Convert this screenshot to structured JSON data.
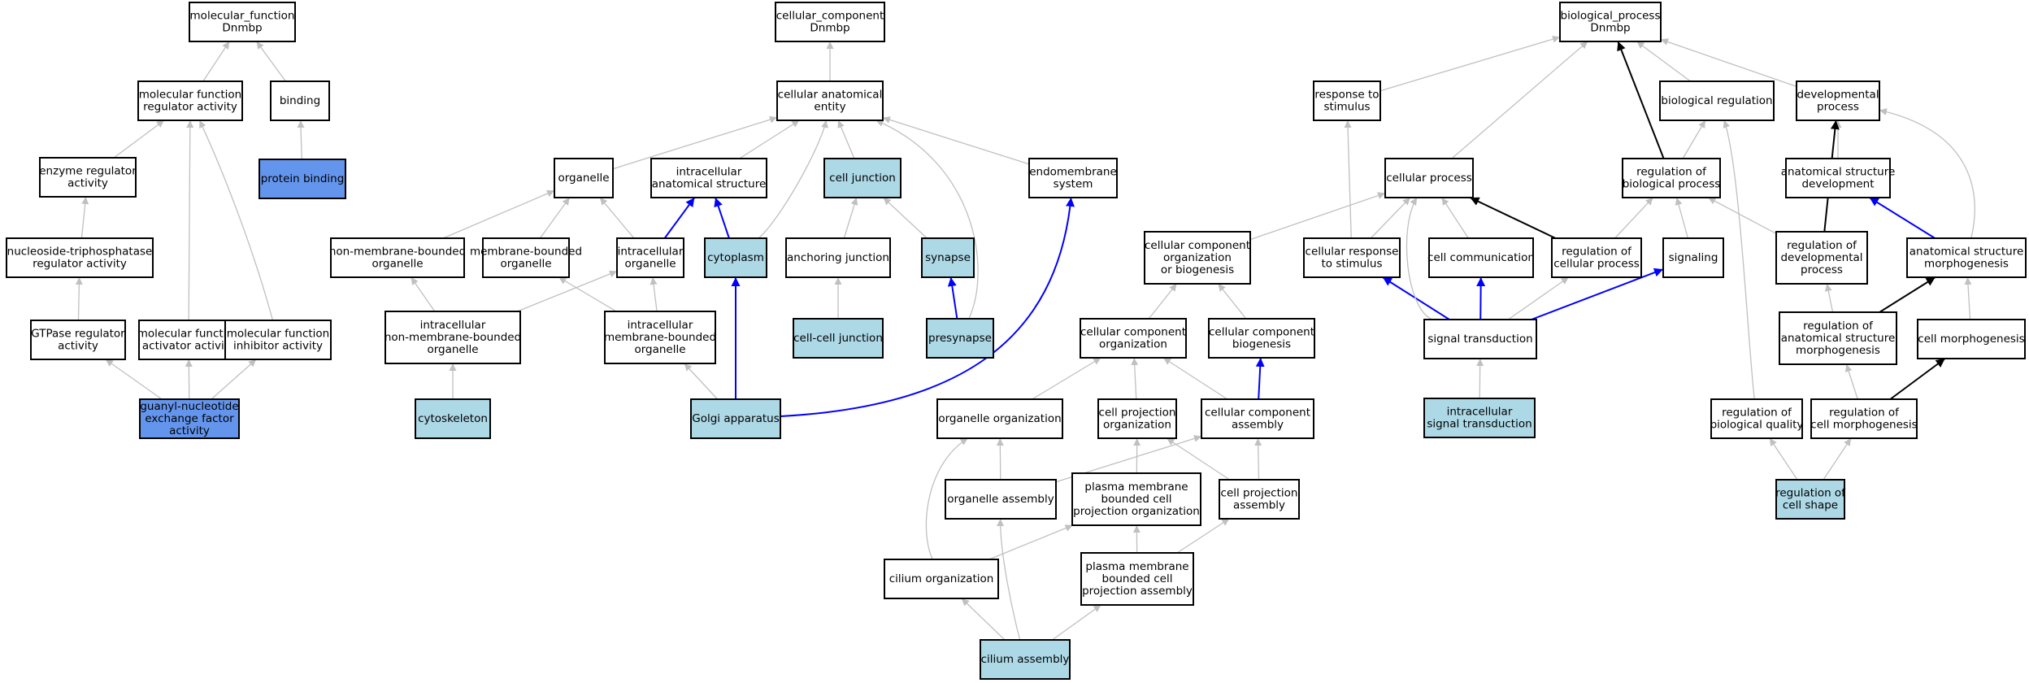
{
  "colors": {
    "plain": "#ffffff",
    "light": "#add8e6",
    "dark": "#6495ed",
    "edge_gray": "#c0c0c0",
    "edge_black": "#000000",
    "edge_blue": "#0000ff"
  },
  "nodes": [
    {
      "id": "mf",
      "lines": [
        "molecular_function",
        "Dnmbp"
      ],
      "fill": "plain"
    },
    {
      "id": "mfra",
      "lines": [
        "molecular function",
        "regulator activity"
      ],
      "fill": "plain"
    },
    {
      "id": "binding",
      "lines": [
        "binding"
      ],
      "fill": "plain"
    },
    {
      "id": "era",
      "lines": [
        "enzyme regulator",
        "activity"
      ],
      "fill": "plain"
    },
    {
      "id": "pbind",
      "lines": [
        "protein binding"
      ],
      "fill": "dark"
    },
    {
      "id": "ntra",
      "lines": [
        "nucleoside-triphosphatase",
        "regulator activity"
      ],
      "fill": "plain"
    },
    {
      "id": "gtpra",
      "lines": [
        "GTPase regulator",
        "activity"
      ],
      "fill": "plain"
    },
    {
      "id": "mfaa",
      "lines": [
        "molecular function",
        "activator activity"
      ],
      "fill": "plain"
    },
    {
      "id": "mfia",
      "lines": [
        "molecular function",
        "inhibitor activity"
      ],
      "fill": "plain"
    },
    {
      "id": "gnef",
      "lines": [
        "guanyl-nucleotide",
        "exchange factor",
        "activity"
      ],
      "fill": "dark"
    },
    {
      "id": "cc",
      "lines": [
        "cellular_component",
        "Dnmbp"
      ],
      "fill": "plain"
    },
    {
      "id": "cae",
      "lines": [
        "cellular anatomical",
        "entity"
      ],
      "fill": "plain"
    },
    {
      "id": "organelle",
      "lines": [
        "organelle"
      ],
      "fill": "plain"
    },
    {
      "id": "ias",
      "lines": [
        "intracellular",
        "anatomical structure"
      ],
      "fill": "plain"
    },
    {
      "id": "celljunction",
      "lines": [
        "cell junction"
      ],
      "fill": "light"
    },
    {
      "id": "endomem",
      "lines": [
        "endomembrane",
        "system"
      ],
      "fill": "plain"
    },
    {
      "id": "nmbo",
      "lines": [
        "non-membrane-bounded",
        "organelle"
      ],
      "fill": "plain"
    },
    {
      "id": "mbo",
      "lines": [
        "membrane-bounded",
        "organelle"
      ],
      "fill": "plain"
    },
    {
      "id": "io",
      "lines": [
        "intracellular",
        "organelle"
      ],
      "fill": "plain"
    },
    {
      "id": "cytoplasm",
      "lines": [
        "cytoplasm"
      ],
      "fill": "light"
    },
    {
      "id": "anchj",
      "lines": [
        "anchoring junction"
      ],
      "fill": "plain"
    },
    {
      "id": "synapse",
      "lines": [
        "synapse"
      ],
      "fill": "light"
    },
    {
      "id": "inmbo",
      "lines": [
        "intracellular",
        "non-membrane-bounded",
        "organelle"
      ],
      "fill": "plain"
    },
    {
      "id": "imbo",
      "lines": [
        "intracellular",
        "membrane-bounded",
        "organelle"
      ],
      "fill": "plain"
    },
    {
      "id": "ccj",
      "lines": [
        "cell-cell junction"
      ],
      "fill": "light"
    },
    {
      "id": "presyn",
      "lines": [
        "presynapse"
      ],
      "fill": "light"
    },
    {
      "id": "cytoskel",
      "lines": [
        "cytoskeleton"
      ],
      "fill": "light"
    },
    {
      "id": "golgi",
      "lines": [
        "Golgi apparatus"
      ],
      "fill": "light"
    },
    {
      "id": "bp",
      "lines": [
        "biological_process",
        "Dnmbp"
      ],
      "fill": "plain"
    },
    {
      "id": "rts",
      "lines": [
        "response to",
        "stimulus"
      ],
      "fill": "plain"
    },
    {
      "id": "bioreg",
      "lines": [
        "biological regulation"
      ],
      "fill": "plain"
    },
    {
      "id": "devproc",
      "lines": [
        "developmental",
        "process"
      ],
      "fill": "plain"
    },
    {
      "id": "cellproc",
      "lines": [
        "cellular process"
      ],
      "fill": "plain"
    },
    {
      "id": "rbp",
      "lines": [
        "regulation of",
        "biological process"
      ],
      "fill": "plain"
    },
    {
      "id": "asd",
      "lines": [
        "anatomical structure",
        "development"
      ],
      "fill": "plain"
    },
    {
      "id": "ccob",
      "lines": [
        "cellular component",
        "organization",
        "or biogenesis"
      ],
      "fill": "plain"
    },
    {
      "id": "crts",
      "lines": [
        "cellular response",
        "to stimulus"
      ],
      "fill": "plain"
    },
    {
      "id": "cellcomm",
      "lines": [
        "cell communication"
      ],
      "fill": "plain"
    },
    {
      "id": "rcp",
      "lines": [
        "regulation of",
        "cellular process"
      ],
      "fill": "plain"
    },
    {
      "id": "signaling",
      "lines": [
        "signaling"
      ],
      "fill": "plain"
    },
    {
      "id": "rdp",
      "lines": [
        "regulation of",
        "developmental",
        "process"
      ],
      "fill": "plain"
    },
    {
      "id": "asm",
      "lines": [
        "anatomical structure",
        "morphogenesis"
      ],
      "fill": "plain"
    },
    {
      "id": "cco",
      "lines": [
        "cellular component",
        "organization"
      ],
      "fill": "plain"
    },
    {
      "id": "ccb",
      "lines": [
        "cellular component",
        "biogenesis"
      ],
      "fill": "plain"
    },
    {
      "id": "sigtrans",
      "lines": [
        "signal transduction"
      ],
      "fill": "plain"
    },
    {
      "id": "rasm",
      "lines": [
        "regulation of",
        "anatomical structure",
        "morphogenesis"
      ],
      "fill": "plain"
    },
    {
      "id": "cellmorph",
      "lines": [
        "cell morphogenesis"
      ],
      "fill": "plain"
    },
    {
      "id": "orgorg",
      "lines": [
        "organelle organization"
      ],
      "fill": "plain"
    },
    {
      "id": "cpo",
      "lines": [
        "cell projection",
        "organization"
      ],
      "fill": "plain"
    },
    {
      "id": "ccasm",
      "lines": [
        "cellular component",
        "assembly"
      ],
      "fill": "plain"
    },
    {
      "id": "ist",
      "lines": [
        "intracellular",
        "signal transduction"
      ],
      "fill": "light"
    },
    {
      "id": "rbq",
      "lines": [
        "regulation of",
        "biological quality"
      ],
      "fill": "plain"
    },
    {
      "id": "rcm",
      "lines": [
        "regulation of",
        "cell morphogenesis"
      ],
      "fill": "plain"
    },
    {
      "id": "orgasm",
      "lines": [
        "organelle assembly"
      ],
      "fill": "plain"
    },
    {
      "id": "pmbcpo",
      "lines": [
        "plasma membrane",
        "bounded cell",
        "projection organization"
      ],
      "fill": "plain"
    },
    {
      "id": "cpa",
      "lines": [
        "cell projection",
        "assembly"
      ],
      "fill": "plain"
    },
    {
      "id": "rcs",
      "lines": [
        "regulation of",
        "cell shape"
      ],
      "fill": "light"
    },
    {
      "id": "cilorg",
      "lines": [
        "cilium organization"
      ],
      "fill": "plain"
    },
    {
      "id": "pmbcpa",
      "lines": [
        "plasma membrane",
        "bounded cell",
        "projection assembly"
      ],
      "fill": "plain"
    },
    {
      "id": "cilasm",
      "lines": [
        "cilium assembly"
      ],
      "fill": "light"
    }
  ],
  "edges": [
    {
      "from": "mfra",
      "to": "mf",
      "color": "gray"
    },
    {
      "from": "binding",
      "to": "mf",
      "color": "gray"
    },
    {
      "from": "era",
      "to": "mfra",
      "color": "gray"
    },
    {
      "from": "pbind",
      "to": "binding",
      "color": "gray"
    },
    {
      "from": "ntra",
      "to": "era",
      "color": "gray"
    },
    {
      "from": "gtpra",
      "to": "ntra",
      "color": "gray"
    },
    {
      "from": "mfaa",
      "to": "mfra",
      "color": "gray"
    },
    {
      "from": "mfia",
      "to": "mfra",
      "color": "gray"
    },
    {
      "from": "gnef",
      "to": "gtpra",
      "color": "gray"
    },
    {
      "from": "gnef",
      "to": "mfaa",
      "color": "gray"
    },
    {
      "from": "gnef",
      "to": "mfia",
      "color": "gray"
    },
    {
      "from": "cae",
      "to": "cc",
      "color": "gray"
    },
    {
      "from": "organelle",
      "to": "cae",
      "color": "gray"
    },
    {
      "from": "ias",
      "to": "cae",
      "color": "gray"
    },
    {
      "from": "celljunction",
      "to": "cae",
      "color": "gray"
    },
    {
      "from": "endomem",
      "to": "cae",
      "color": "gray"
    },
    {
      "from": "cytoplasm",
      "to": "cae",
      "color": "gray"
    },
    {
      "from": "presyn",
      "to": "cae",
      "color": "gray"
    },
    {
      "from": "nmbo",
      "to": "organelle",
      "color": "gray"
    },
    {
      "from": "mbo",
      "to": "organelle",
      "color": "gray"
    },
    {
      "from": "io",
      "to": "organelle",
      "color": "gray"
    },
    {
      "from": "io",
      "to": "ias",
      "color": "blue"
    },
    {
      "from": "cytoplasm",
      "to": "ias",
      "color": "blue"
    },
    {
      "from": "anchj",
      "to": "celljunction",
      "color": "gray"
    },
    {
      "from": "synapse",
      "to": "celljunction",
      "color": "gray"
    },
    {
      "from": "inmbo",
      "to": "nmbo",
      "color": "gray"
    },
    {
      "from": "inmbo",
      "to": "io",
      "color": "gray"
    },
    {
      "from": "imbo",
      "to": "mbo",
      "color": "gray"
    },
    {
      "from": "imbo",
      "to": "io",
      "color": "gray"
    },
    {
      "from": "ccj",
      "to": "anchj",
      "color": "gray"
    },
    {
      "from": "presyn",
      "to": "synapse",
      "color": "blue"
    },
    {
      "from": "cytoskel",
      "to": "inmbo",
      "color": "gray"
    },
    {
      "from": "golgi",
      "to": "imbo",
      "color": "gray"
    },
    {
      "from": "golgi",
      "to": "cytoplasm",
      "color": "blue"
    },
    {
      "from": "golgi",
      "to": "endomem",
      "color": "blue"
    },
    {
      "from": "rts",
      "to": "bp",
      "color": "gray"
    },
    {
      "from": "bioreg",
      "to": "bp",
      "color": "gray"
    },
    {
      "from": "devproc",
      "to": "bp",
      "color": "gray"
    },
    {
      "from": "cellproc",
      "to": "bp",
      "color": "gray"
    },
    {
      "from": "rbp",
      "to": "bp",
      "color": "black"
    },
    {
      "from": "rbp",
      "to": "bioreg",
      "color": "gray"
    },
    {
      "from": "asd",
      "to": "devproc",
      "color": "gray"
    },
    {
      "from": "rdp",
      "to": "devproc",
      "color": "black"
    },
    {
      "from": "asm",
      "to": "devproc",
      "color": "gray"
    },
    {
      "from": "asm",
      "to": "asd",
      "color": "blue"
    },
    {
      "from": "ccob",
      "to": "cellproc",
      "color": "gray"
    },
    {
      "from": "crts",
      "to": "cellproc",
      "color": "gray"
    },
    {
      "from": "crts",
      "to": "rts",
      "color": "gray"
    },
    {
      "from": "cellcomm",
      "to": "cellproc",
      "color": "gray"
    },
    {
      "from": "rcp",
      "to": "cellproc",
      "color": "black"
    },
    {
      "from": "rcp",
      "to": "rbp",
      "color": "gray"
    },
    {
      "from": "signaling",
      "to": "rbp",
      "color": "gray"
    },
    {
      "from": "rdp",
      "to": "rbp",
      "color": "gray"
    },
    {
      "from": "cco",
      "to": "ccob",
      "color": "gray"
    },
    {
      "from": "ccb",
      "to": "ccob",
      "color": "gray"
    },
    {
      "from": "sigtrans",
      "to": "crts",
      "color": "blue"
    },
    {
      "from": "sigtrans",
      "to": "cellcomm",
      "color": "blue"
    },
    {
      "from": "sigtrans",
      "to": "signaling",
      "color": "blue"
    },
    {
      "from": "sigtrans",
      "to": "rcp",
      "color": "gray"
    },
    {
      "from": "sigtrans",
      "to": "cellproc",
      "color": "gray"
    },
    {
      "from": "rasm",
      "to": "rdp",
      "color": "gray"
    },
    {
      "from": "rasm",
      "to": "asm",
      "color": "black"
    },
    {
      "from": "cellmorph",
      "to": "asm",
      "color": "gray"
    },
    {
      "from": "orgorg",
      "to": "cco",
      "color": "gray"
    },
    {
      "from": "cpo",
      "to": "cco",
      "color": "gray"
    },
    {
      "from": "ccasm",
      "to": "cco",
      "color": "gray"
    },
    {
      "from": "ccasm",
      "to": "ccb",
      "color": "blue"
    },
    {
      "from": "ist",
      "to": "sigtrans",
      "color": "gray"
    },
    {
      "from": "rbq",
      "to": "bioreg",
      "color": "gray"
    },
    {
      "from": "rcm",
      "to": "rasm",
      "color": "gray"
    },
    {
      "from": "rcm",
      "to": "cellmorph",
      "color": "black"
    },
    {
      "from": "orgasm",
      "to": "orgorg",
      "color": "gray"
    },
    {
      "from": "orgasm",
      "to": "ccasm",
      "color": "gray"
    },
    {
      "from": "pmbcpo",
      "to": "cpo",
      "color": "gray"
    },
    {
      "from": "cpa",
      "to": "cpo",
      "color": "gray"
    },
    {
      "from": "cpa",
      "to": "ccasm",
      "color": "gray"
    },
    {
      "from": "rcs",
      "to": "rbq",
      "color": "gray"
    },
    {
      "from": "rcs",
      "to": "rcm",
      "color": "gray"
    },
    {
      "from": "cilorg",
      "to": "orgorg",
      "color": "gray"
    },
    {
      "from": "cilorg",
      "to": "pmbcpo",
      "color": "gray"
    },
    {
      "from": "pmbcpa",
      "to": "pmbcpo",
      "color": "gray"
    },
    {
      "from": "pmbcpa",
      "to": "cpa",
      "color": "gray"
    },
    {
      "from": "cilasm",
      "to": "cilorg",
      "color": "gray"
    },
    {
      "from": "cilasm",
      "to": "pmbcpa",
      "color": "gray"
    },
    {
      "from": "cilasm",
      "to": "orgasm",
      "color": "gray"
    }
  ]
}
